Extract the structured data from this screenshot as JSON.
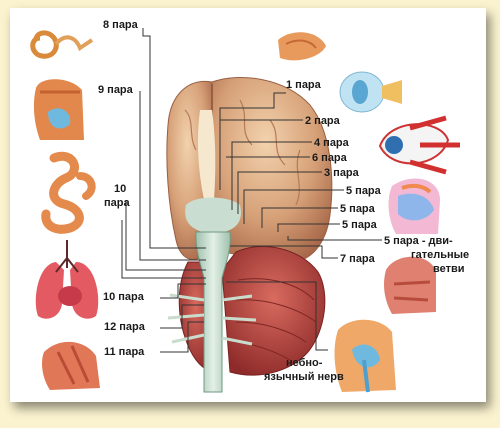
{
  "labels": {
    "p8": "8 пара",
    "p9": "9 пара",
    "p10a_line1": "10",
    "p10a_line2": "пара",
    "p10b": "10 пара",
    "p12": "12 пара",
    "p11": "11 пара",
    "p1": "1 пара",
    "p2": "2 пара",
    "p4": "4 пара",
    "p6": "6 пара",
    "p3": "3 пара",
    "p5a": "5 пара",
    "p5b": "5 пара",
    "p5c": "5 пара",
    "p5d_line1": "5 пара - дви-",
    "p5d_line2": "гательные",
    "p5d_line3": "ветви",
    "p7": "7 пара",
    "glosso_line1": "небно-",
    "glosso_line2": "язычный нерв"
  },
  "colors": {
    "background": "#fbf3cf",
    "brain": "#d9a77c",
    "cerebellum": "#b9403a",
    "brainstem": "#b8d3c2"
  }
}
